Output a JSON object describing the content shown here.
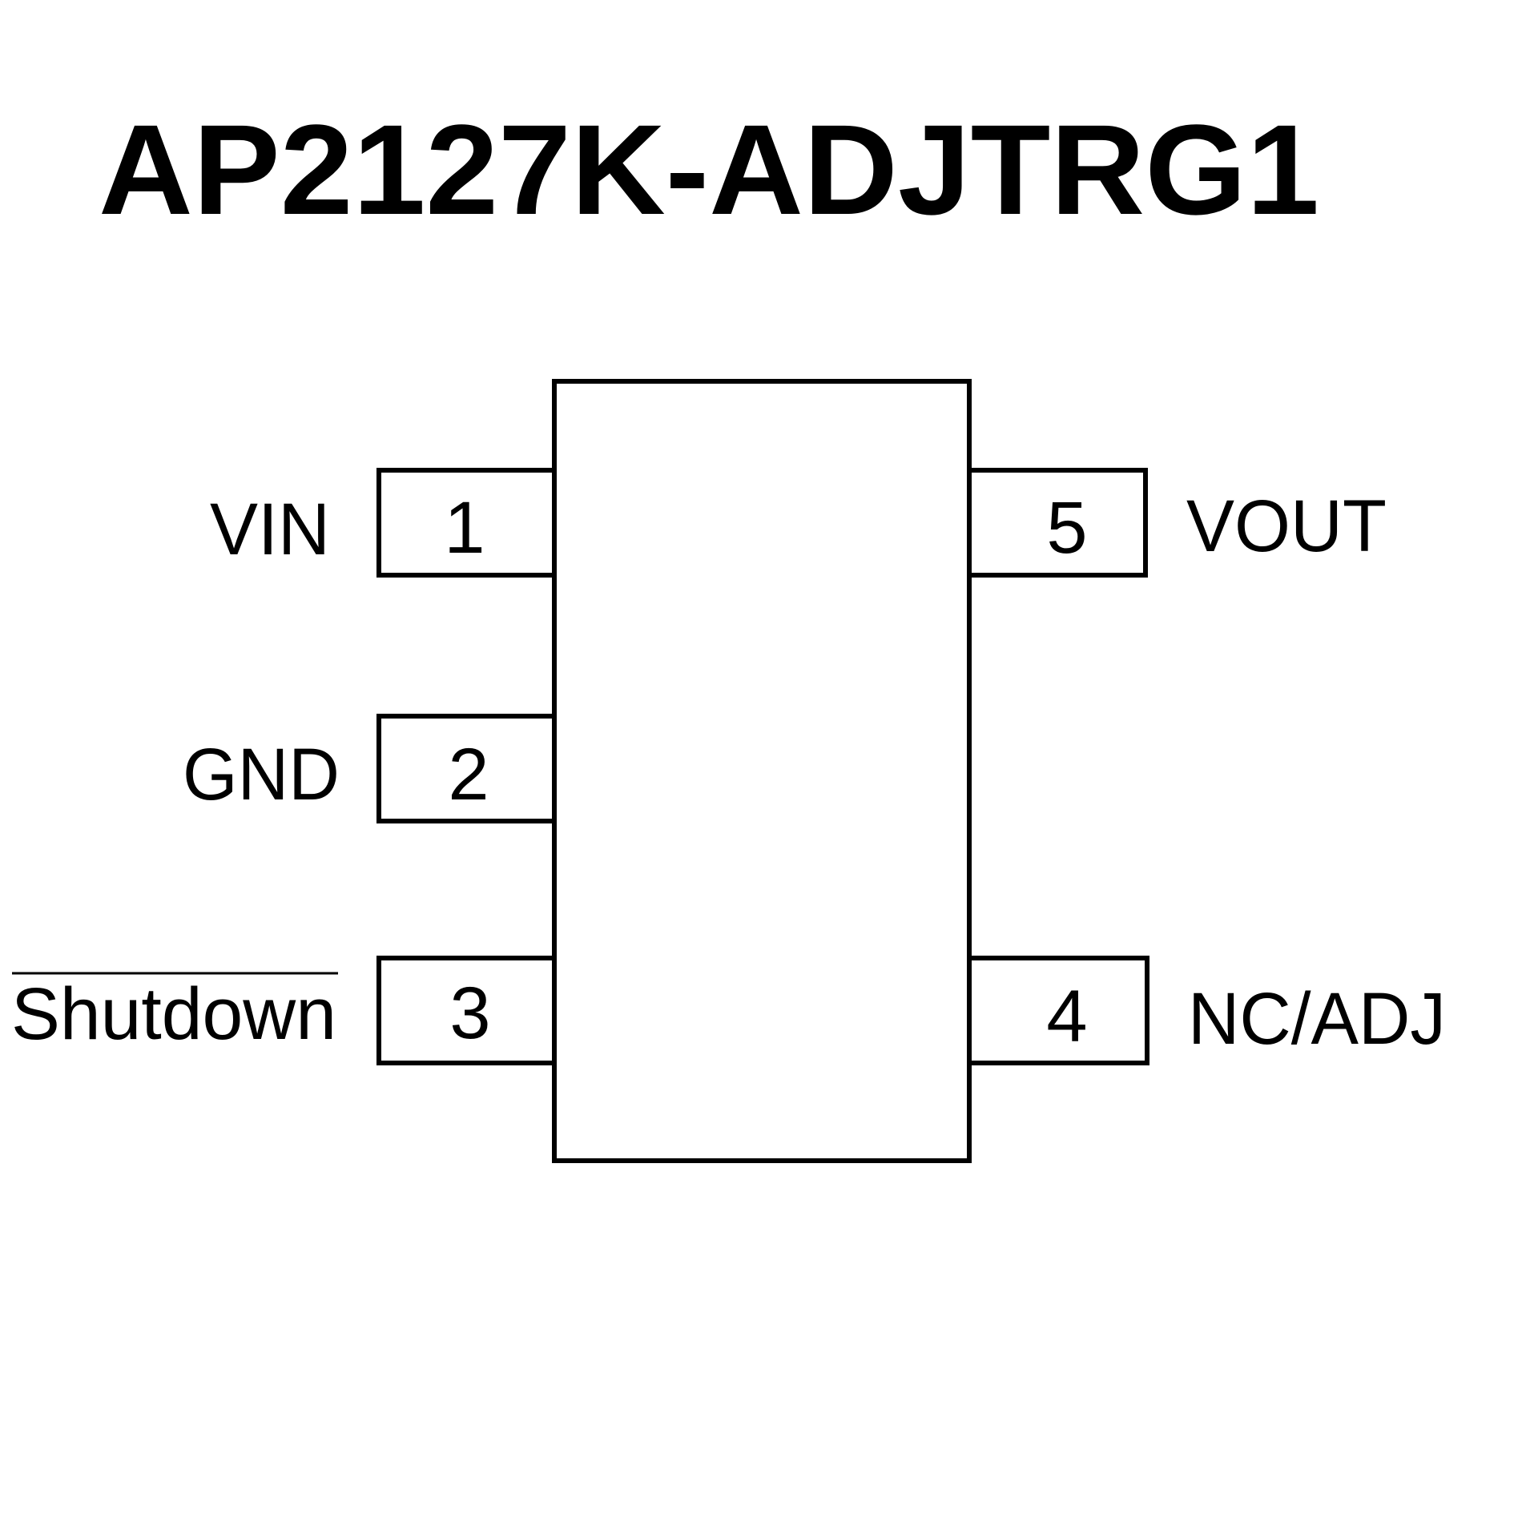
{
  "title": "AP2127K-ADJTRG1",
  "package": {
    "pins": [
      {
        "number": "1",
        "name": "VIN",
        "side": "left",
        "active_low": false
      },
      {
        "number": "2",
        "name": "GND",
        "side": "left",
        "active_low": false
      },
      {
        "number": "3",
        "name": "Shutdown",
        "side": "left",
        "active_low": true
      },
      {
        "number": "4",
        "name": "NC/ADJ",
        "side": "right",
        "active_low": false
      },
      {
        "number": "5",
        "name": "VOUT",
        "side": "right",
        "active_low": false
      }
    ]
  },
  "colors": {
    "foreground": "#000000",
    "background": "#ffffff"
  }
}
